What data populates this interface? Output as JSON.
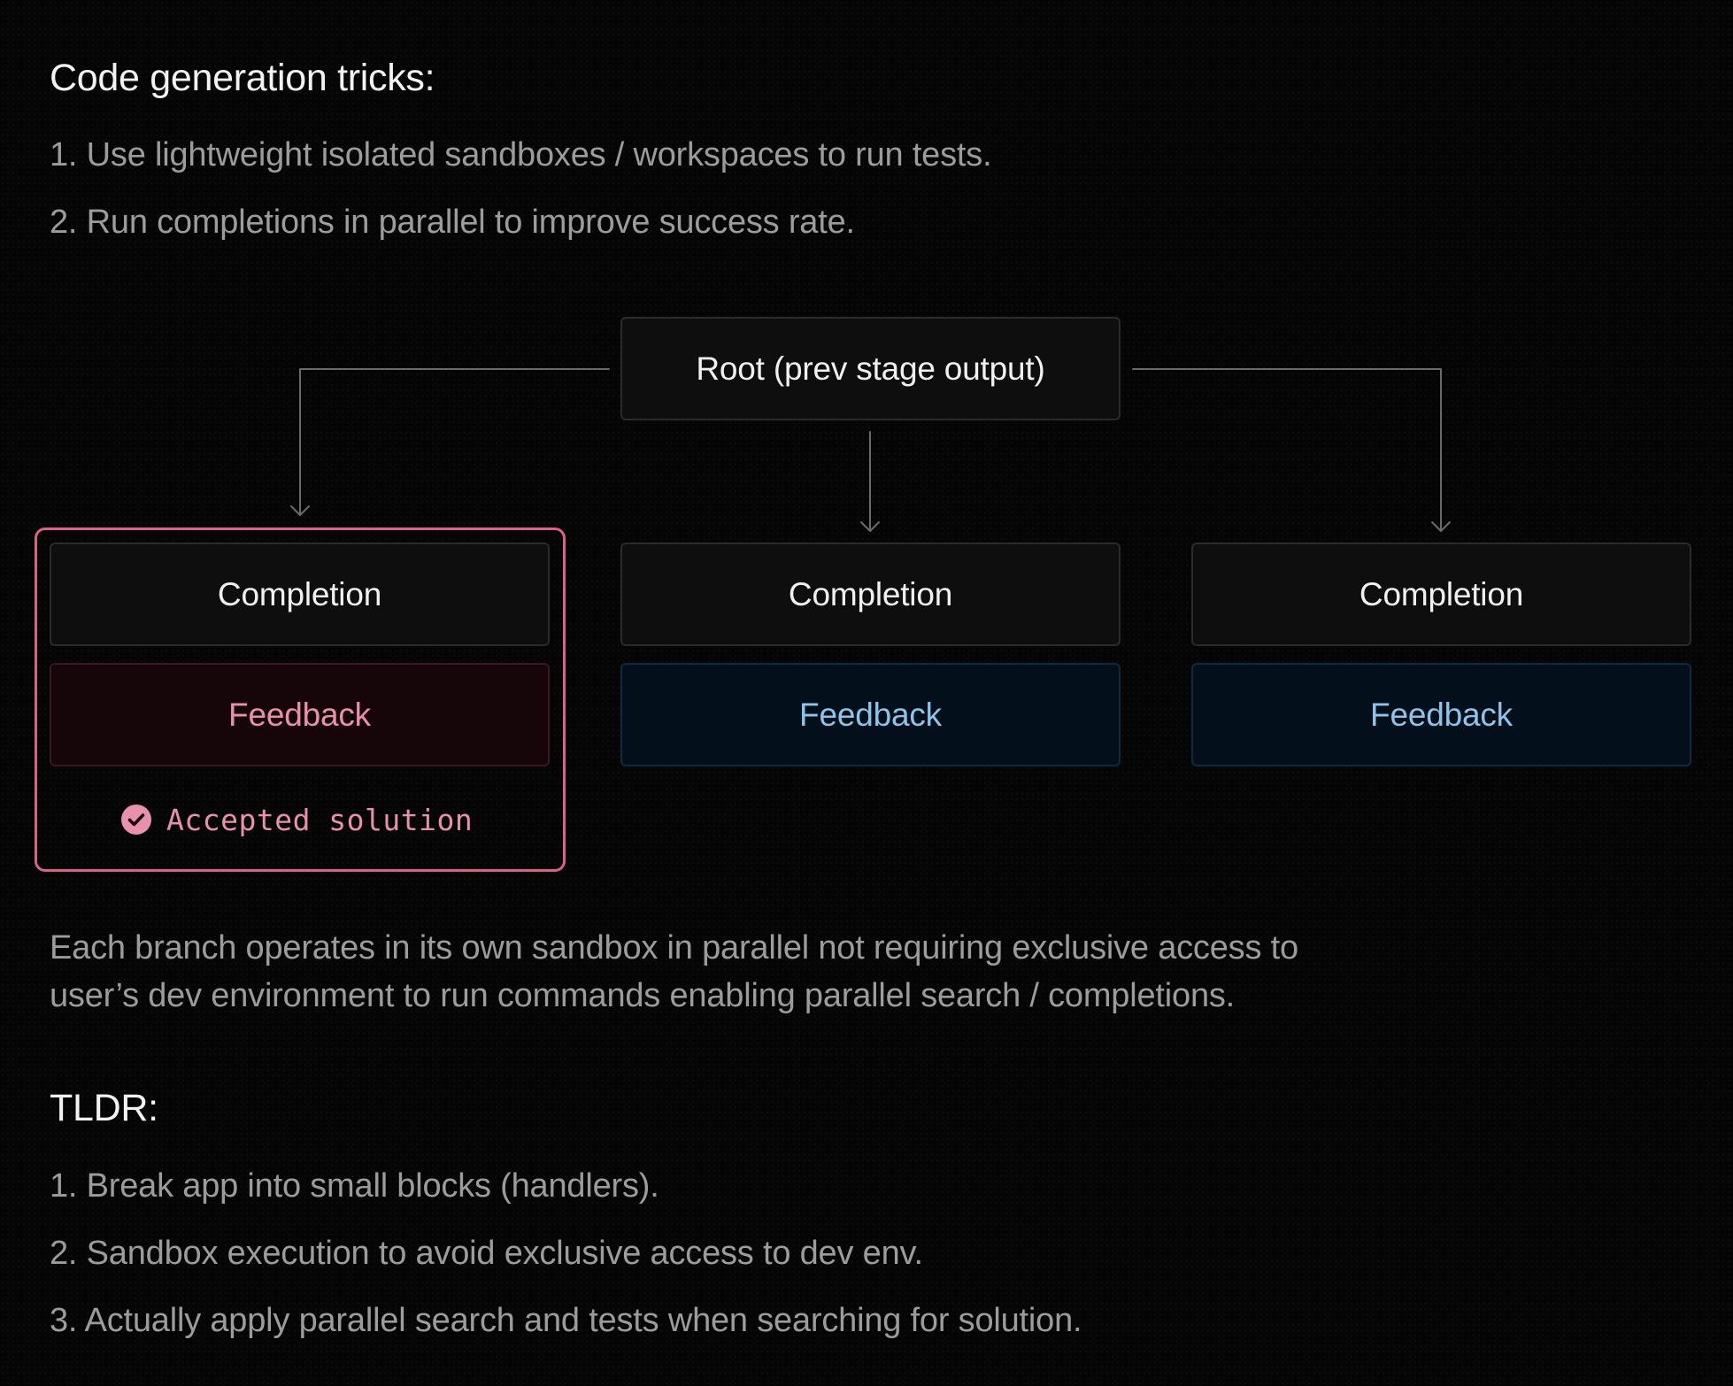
{
  "section1": {
    "heading": "Code generation tricks:",
    "items": [
      "1. Use lightweight isolated sandboxes / workspaces to run tests.",
      "2. Run completions in parallel to improve success rate."
    ]
  },
  "diagram": {
    "root_label": "Root (prev stage output)",
    "branches": [
      {
        "completion": "Completion",
        "feedback": "Feedback",
        "status": "Accepted solution",
        "accepted": true
      },
      {
        "completion": "Completion",
        "feedback": "Feedback",
        "accepted": false
      },
      {
        "completion": "Completion",
        "feedback": "Feedback",
        "accepted": false
      }
    ],
    "colors": {
      "accepted_accent": "#d9628a",
      "feedback_blue_text": "#8ec3ea",
      "feedback_pink_text": "#e891ad"
    }
  },
  "description": {
    "lines": [
      "Each branch operates in its own sandbox in parallel not requiring exclusive access to",
      "user’s dev environment to run commands enabling parallel search / completions."
    ]
  },
  "tldr": {
    "heading": "TLDR:",
    "items": [
      "1. Break app into small blocks (handlers).",
      "2. Sandbox execution to avoid exclusive access to dev env.",
      "3. Actually apply parallel search and tests when searching for solution."
    ]
  },
  "icons": {
    "accepted": "check-circle-icon"
  }
}
